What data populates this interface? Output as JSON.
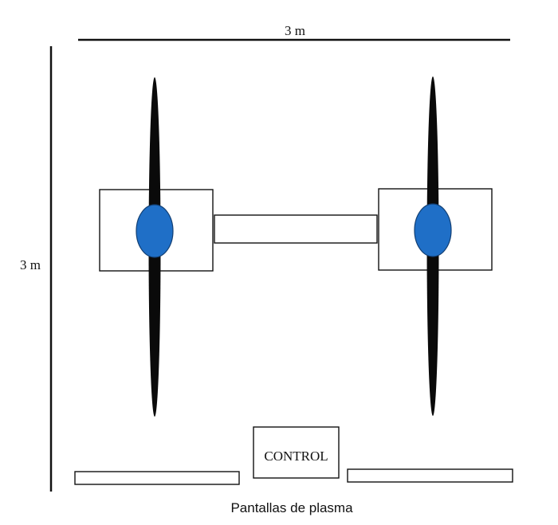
{
  "dimensions": {
    "width_label": "3 m",
    "height_label": "3 m"
  },
  "control": {
    "label": "CONTROL"
  },
  "screens": {
    "caption": "Pantallas de plasma"
  },
  "colors": {
    "stroke": "#111111",
    "blade": "#0a0a0a",
    "hub": "#1f6fc7",
    "hub_stroke": "#123f73",
    "box_fill": "#ffffff"
  }
}
